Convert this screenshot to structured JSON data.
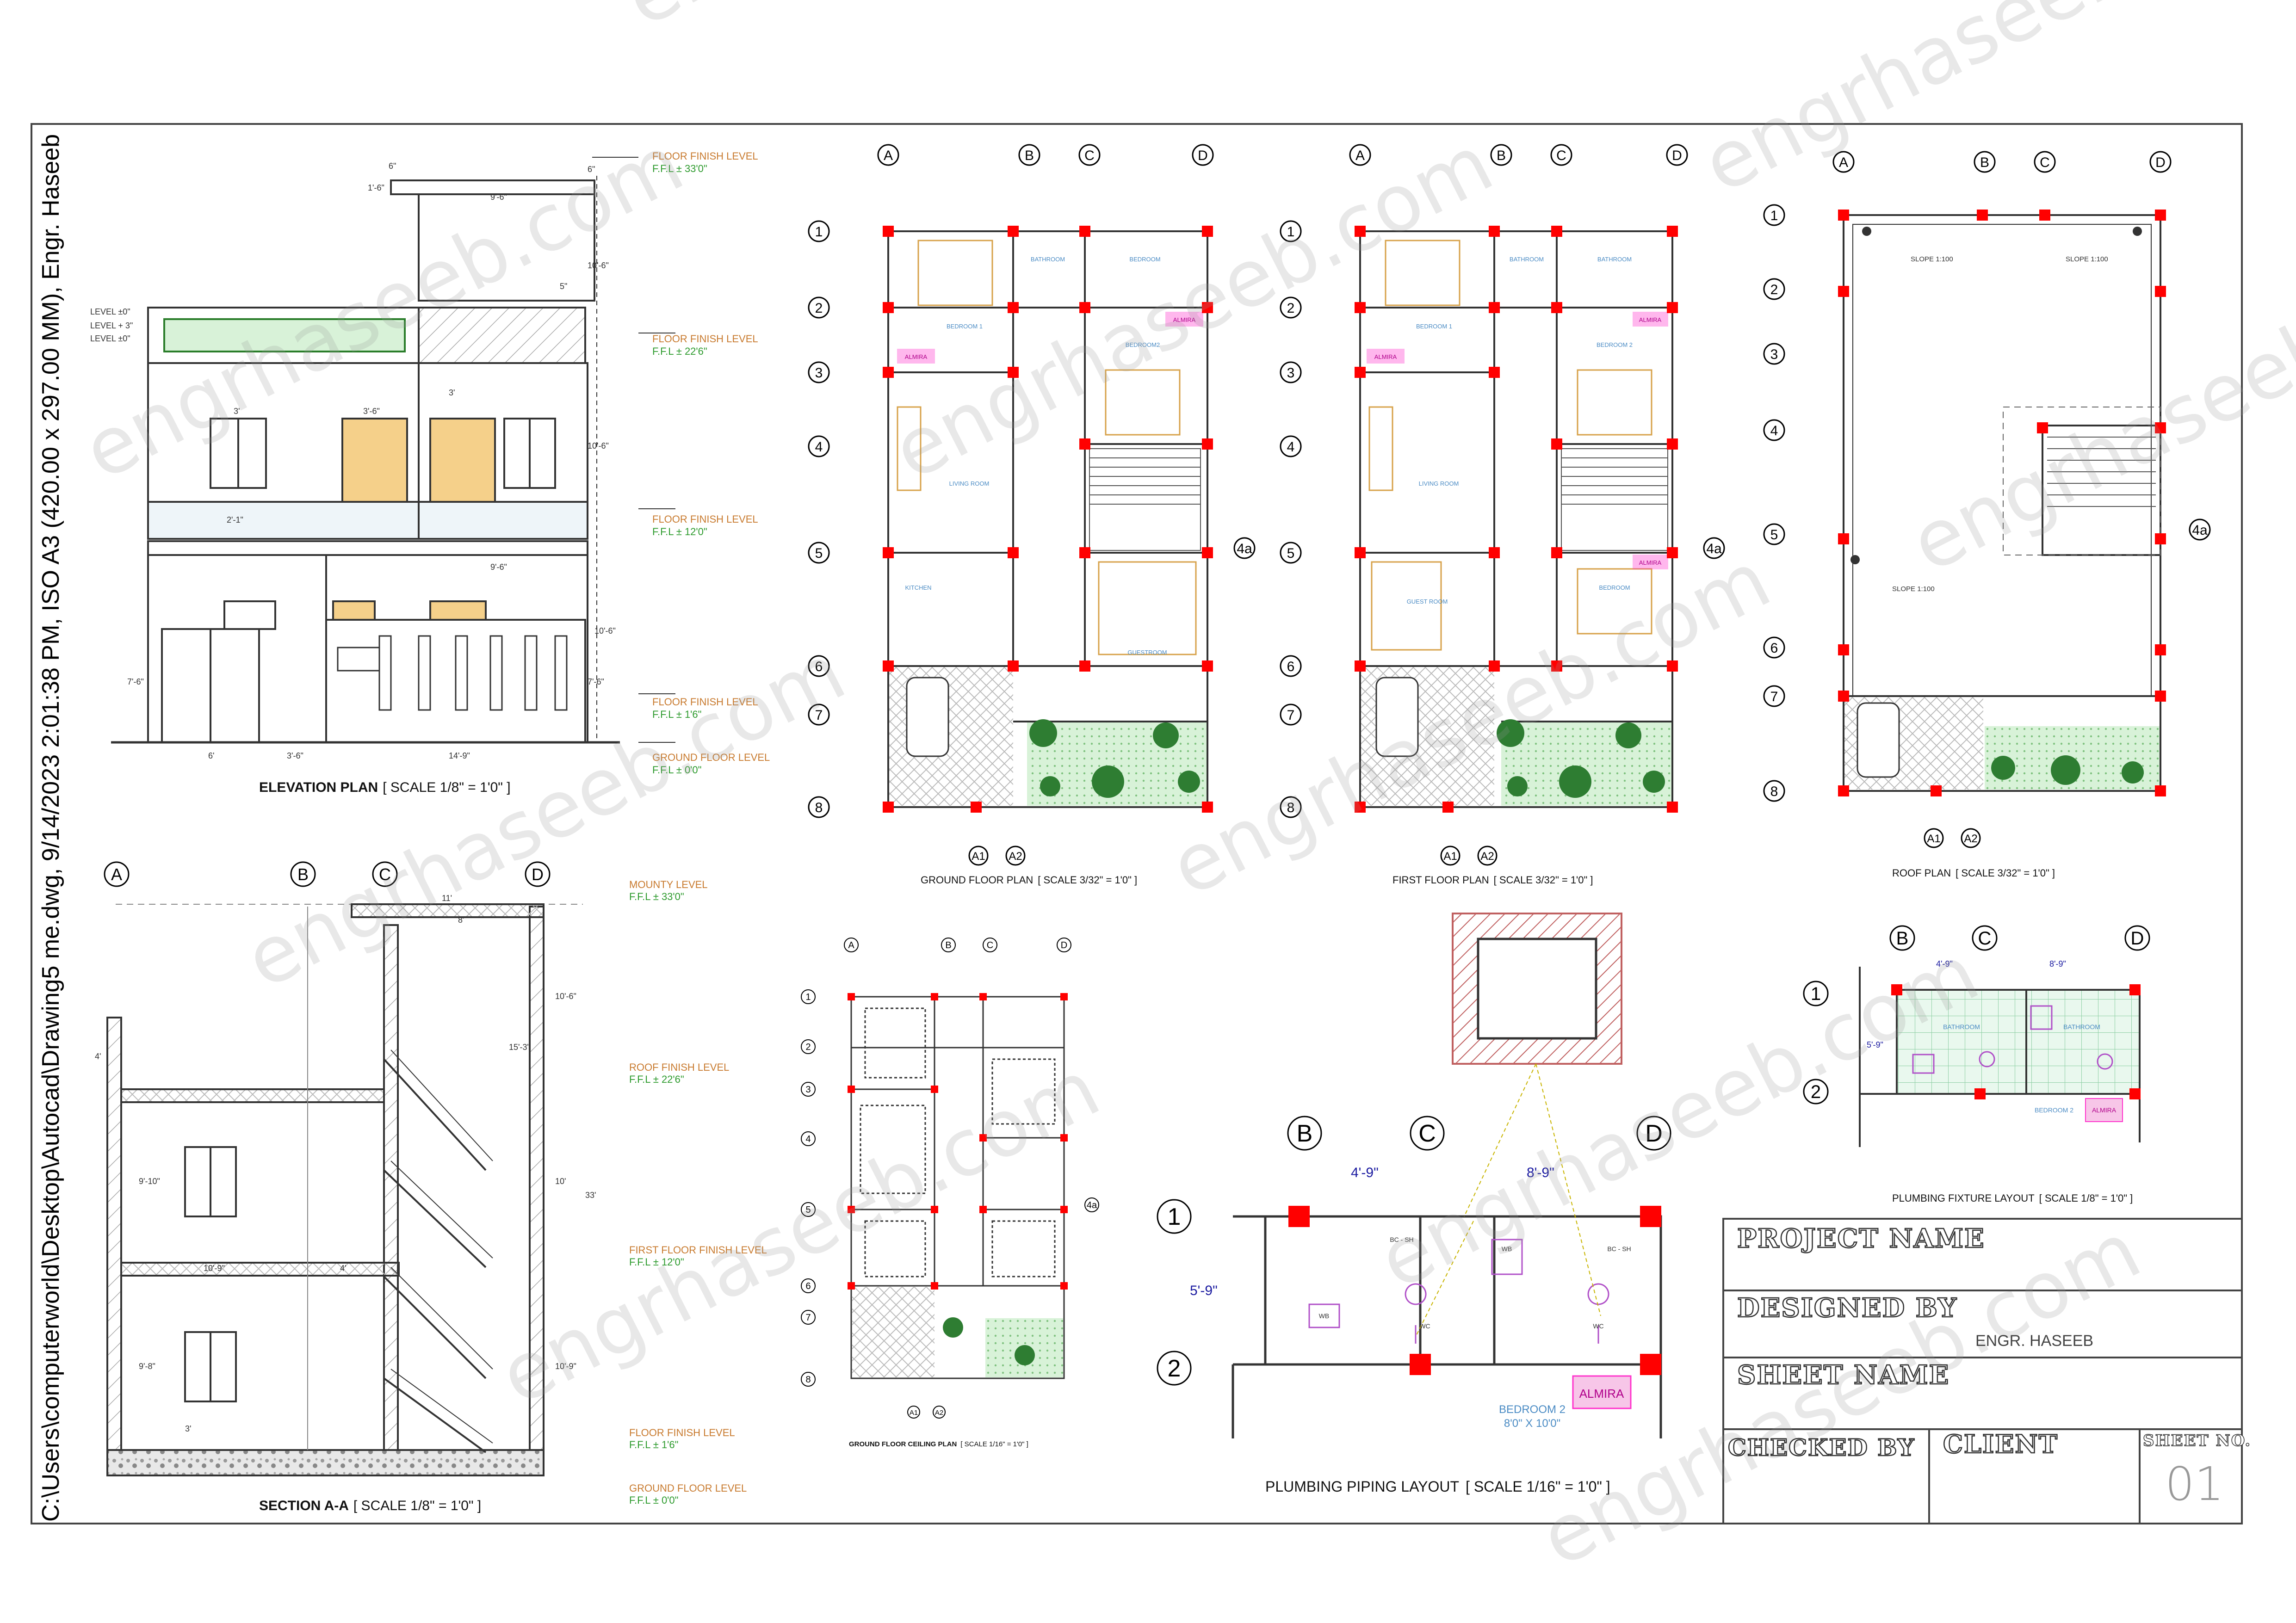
{
  "sheet_meta": "C:\\Users\\computerworld\\Desktop\\Autocad\\Drawing5 me.dwg, 9/14/2023 2:01:38 PM, ISO A3 (420.00 x 297.00 MM), Engr. Haseeb",
  "watermark": "engrhaseeb.com",
  "colors": {
    "column": "#ff0000",
    "level_text": "#c87a2e",
    "level_value": "#2c9a2c",
    "door_fill": "#f5d08a",
    "landscape": "#cfeecf",
    "almira": "#ff33cc",
    "hatch": "#e0a0a0"
  },
  "views": {
    "elevation": {
      "title": "ELEVATION PLAN",
      "scale": "[ SCALE 1/8\" = 1'0\" ]",
      "levels": [
        {
          "name": "FLOOR FINISH LEVEL",
          "value": "F.F.L ± 33'0\""
        },
        {
          "name": "FLOOR FINISH LEVEL",
          "value": "F.F.L ± 22'6\""
        },
        {
          "name": "FLOOR FINISH LEVEL",
          "value": "F.F.L ± 12'0\""
        },
        {
          "name": "FLOOR FINISH LEVEL",
          "value": "F.F.L ± 1'6\""
        },
        {
          "name": "GROUND FLOOR LEVEL",
          "value": "F.F.L ± 0'0\""
        }
      ],
      "dims": [
        "6\"",
        "1'-6\"",
        "9'-6\"",
        "6\"",
        "5\"",
        "10'-6\"",
        "10'-6\"",
        "3'",
        "3'-6\"",
        "3'",
        "2'-1\"",
        "9'-6\"",
        "10'-6\"",
        "7'-6\"",
        "7'-6\"",
        "6'",
        "3'-6\"",
        "14'-9\""
      ],
      "left_levels": [
        "LEVEL ±0\"",
        "LEVEL + 3\"",
        "LEVEL ±0\""
      ]
    },
    "section": {
      "title": "SECTION A-A",
      "scale": "[ SCALE 1/8\" = 1'0\" ]",
      "grids": [
        "A",
        "B",
        "C",
        "D"
      ],
      "levels": [
        {
          "name": "MOUNTY LEVEL",
          "value": "F.F.L ± 33'0\""
        },
        {
          "name": "ROOF FINISH LEVEL",
          "value": "F.F.L ± 22'6\""
        },
        {
          "name": "FIRST FLOOR FINISH LEVEL",
          "value": "F.F.L ± 12'0\""
        },
        {
          "name": "FLOOR FINISH LEVEL",
          "value": "F.F.L ± 1'6\""
        },
        {
          "name": "GROUND FLOOR LEVEL",
          "value": "F.F.L ± 0'0\""
        }
      ],
      "dims": [
        "11'",
        "8'",
        "10'-9\"",
        "15'-3\"",
        "10'-6\"",
        "33'",
        "10'",
        "10'-9\"",
        "9'-10\"",
        "9'-8\"",
        "4'",
        "4'",
        "3'"
      ]
    },
    "ground_floor": {
      "title": "GROUND FLOOR PLAN",
      "scale": "[ SCALE 3/32\" = 1'0\" ]",
      "grids_top": [
        "A",
        "B",
        "C",
        "D"
      ],
      "grids_side": [
        "1",
        "2",
        "3",
        "4",
        "5",
        "6",
        "7",
        "8"
      ],
      "grid_extra": "4a",
      "grids_bottom": [
        "A1",
        "A2"
      ],
      "rooms": [
        "BEDROOM 1",
        "BATHROOM",
        "BEDROOM",
        "BEDROOM2",
        "LIVING ROOM",
        "KITCHEN",
        "GUESTROOM"
      ],
      "tags": [
        "ALMIRA",
        "ALMIRA"
      ]
    },
    "first_floor": {
      "title": "FIRST FLOOR PLAN",
      "scale": "[ SCALE 3/32\" = 1'0\" ]",
      "grids_top": [
        "A",
        "B",
        "C",
        "D"
      ],
      "grids_side": [
        "1",
        "2",
        "3",
        "4",
        "5",
        "6",
        "7",
        "8"
      ],
      "grid_extra": "4a",
      "grids_bottom": [
        "A1",
        "A2"
      ],
      "rooms": [
        "BEDROOM 1",
        "BATHROOM",
        "BATHROOM",
        "BEDROOM 2",
        "LIVING ROOM",
        "GUEST ROOM",
        "BEDROOM"
      ],
      "tags": [
        "ALMIRA",
        "ALMIRA",
        "ALMIRA"
      ]
    },
    "roof": {
      "title": "ROOF PLAN",
      "scale": "[ SCALE 3/32\" = 1'0\" ]",
      "grids_top": [
        "A",
        "B",
        "C",
        "D"
      ],
      "grids_side": [
        "1",
        "2",
        "3",
        "4",
        "5",
        "6",
        "7",
        "8"
      ],
      "grid_extra": "4a",
      "grids_bottom": [
        "A1",
        "A2"
      ],
      "notes": [
        "SLOPE 1:100",
        "SLOPE 1:100",
        "SLOPE 1:100"
      ]
    },
    "ceiling": {
      "title": "GROUND FLOOR CEILING PLAN",
      "scale": "[ SCALE 1/16\" = 1'0\" ]",
      "grids_top": [
        "A",
        "B",
        "C",
        "D"
      ],
      "grids_side": [
        "1",
        "2",
        "3",
        "4",
        "5",
        "6",
        "7",
        "8"
      ],
      "grid_extra": "4a",
      "grids_bottom": [
        "A1",
        "A2"
      ]
    },
    "plumbing_piping": {
      "title": "PLUMBING PIPING LAYOUT",
      "scale": "[ SCALE 1/16\" = 1'0\" ]",
      "grids_top": [
        "B",
        "C",
        "D"
      ],
      "grids_side": [
        "1",
        "2"
      ],
      "dims": [
        "4'-9\"",
        "8'-9\"",
        "5'-9\""
      ],
      "fixtures": [
        "WB",
        "WC",
        "WB",
        "WC"
      ],
      "notes": [
        "BC - SH",
        "BC - SH"
      ],
      "almira": "ALMIRA",
      "room": "BEDROOM 2",
      "room_size": "8'0\" X 10'0\""
    },
    "plumbing_fixture": {
      "title": "PLUMBING FIXTURE LAYOUT",
      "scale": "[ SCALE 1/8\" = 1'0\" ]",
      "grids_top": [
        "B",
        "C",
        "D"
      ],
      "grids_side": [
        "1",
        "2"
      ],
      "dims": [
        "4'-9\"",
        "8'-9\"",
        "5'-9\""
      ],
      "rooms": [
        "BATHROOM",
        "BATHROOM",
        "BEDROOM 2"
      ],
      "almira": "ALMIRA"
    }
  },
  "title_block": {
    "project_name": "PROJECT NAME",
    "designed_by": "DESIGNED BY",
    "designer": "ENGR. HASEEB",
    "sheet_name": "SHEET NAME",
    "checked_by": "CHECKED BY",
    "client": "CLIENT",
    "sheet_no_label": "SHEET NO.",
    "sheet_no": "01"
  }
}
